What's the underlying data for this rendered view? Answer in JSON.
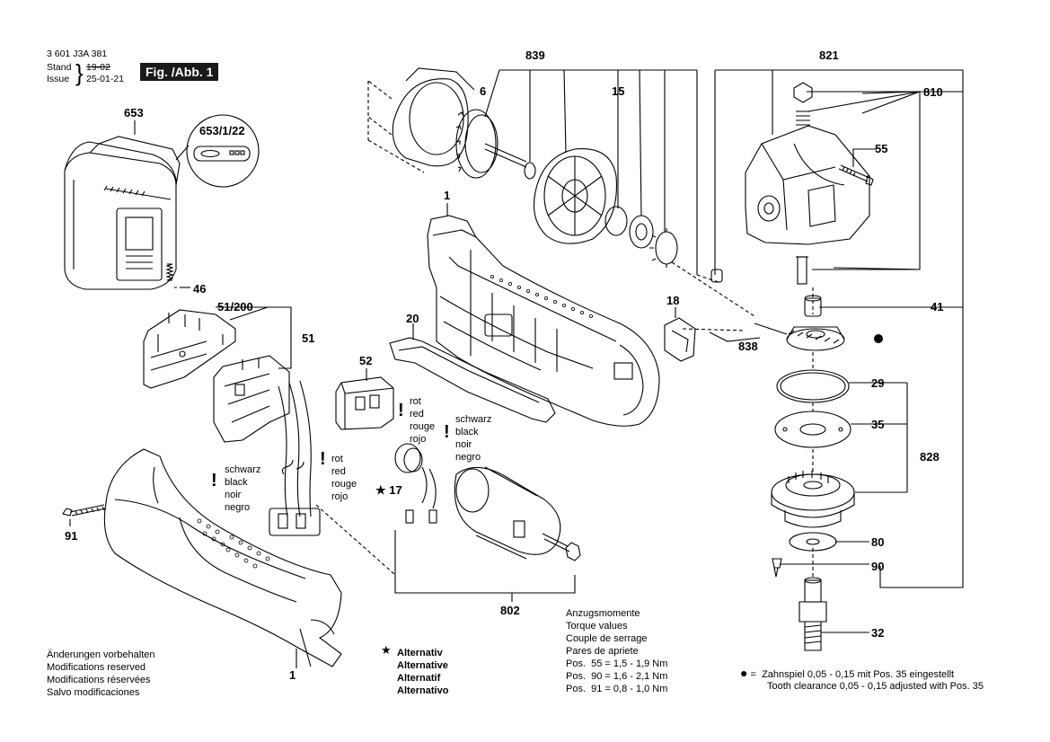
{
  "header": {
    "doc_number": "3 601 J3A 381",
    "stand_label": "Stand",
    "issue_label": "Issue",
    "stand_value": "19-02",
    "issue_value": "25-01-21",
    "fig_label": "Fig. /Abb. 1"
  },
  "callouts": {
    "c653": "653",
    "c653_1_22": "653/1/22",
    "c839": "839",
    "c6": "6",
    "c15": "15",
    "c821": "821",
    "c810": "810",
    "c55": "55",
    "c1_top": "1",
    "c46": "46",
    "c51_200": "51/200",
    "c51": "51",
    "c20": "20",
    "c18": "18",
    "c838": "838",
    "c41": "41",
    "c52": "52",
    "c29": "29",
    "c35": "35",
    "c828": "828",
    "c17": "17",
    "c80": "80",
    "c90": "90",
    "c91": "91",
    "c802": "802",
    "c32": "32",
    "c1_bottom": "1"
  },
  "wire_labels": {
    "red_block_1": [
      "rot",
      "red",
      "rouge",
      "rojo"
    ],
    "black_block_1": [
      "schwarz",
      "black",
      "noir",
      "negro"
    ],
    "red_block_2": [
      "rot",
      "red",
      "rouge",
      "rojo"
    ],
    "black_block_2": [
      "schwarz",
      "black",
      "noir",
      "negro"
    ],
    "exclamation": "!"
  },
  "torque": {
    "heading": [
      "Anzugsmomente",
      "Torque values",
      "Couple de serrage",
      "Pares de apriete"
    ],
    "rows": [
      "Pos.  55 = 1,5 - 1,9 Nm",
      "Pos.  90 = 1,6 - 2,1 Nm",
      "Pos.  91 = 0,8 - 1,0 Nm"
    ]
  },
  "alternative": {
    "star": "★",
    "lines": [
      "Alternativ",
      "Alternative",
      "Alternatif",
      "Alternativo"
    ]
  },
  "modifications": [
    "Änderungen vorbehalten",
    "Modifications reserved",
    "Modifications réservées",
    "Salvo modificaciones"
  ],
  "tooth_note": {
    "symbol": "●",
    "line1": "=  Zahnspiel 0,05 - 0,15 mit Pos. 35 eingestellt",
    "line2": "Tooth clearance 0,05 - 0,15 adjusted with Pos. 35"
  }
}
